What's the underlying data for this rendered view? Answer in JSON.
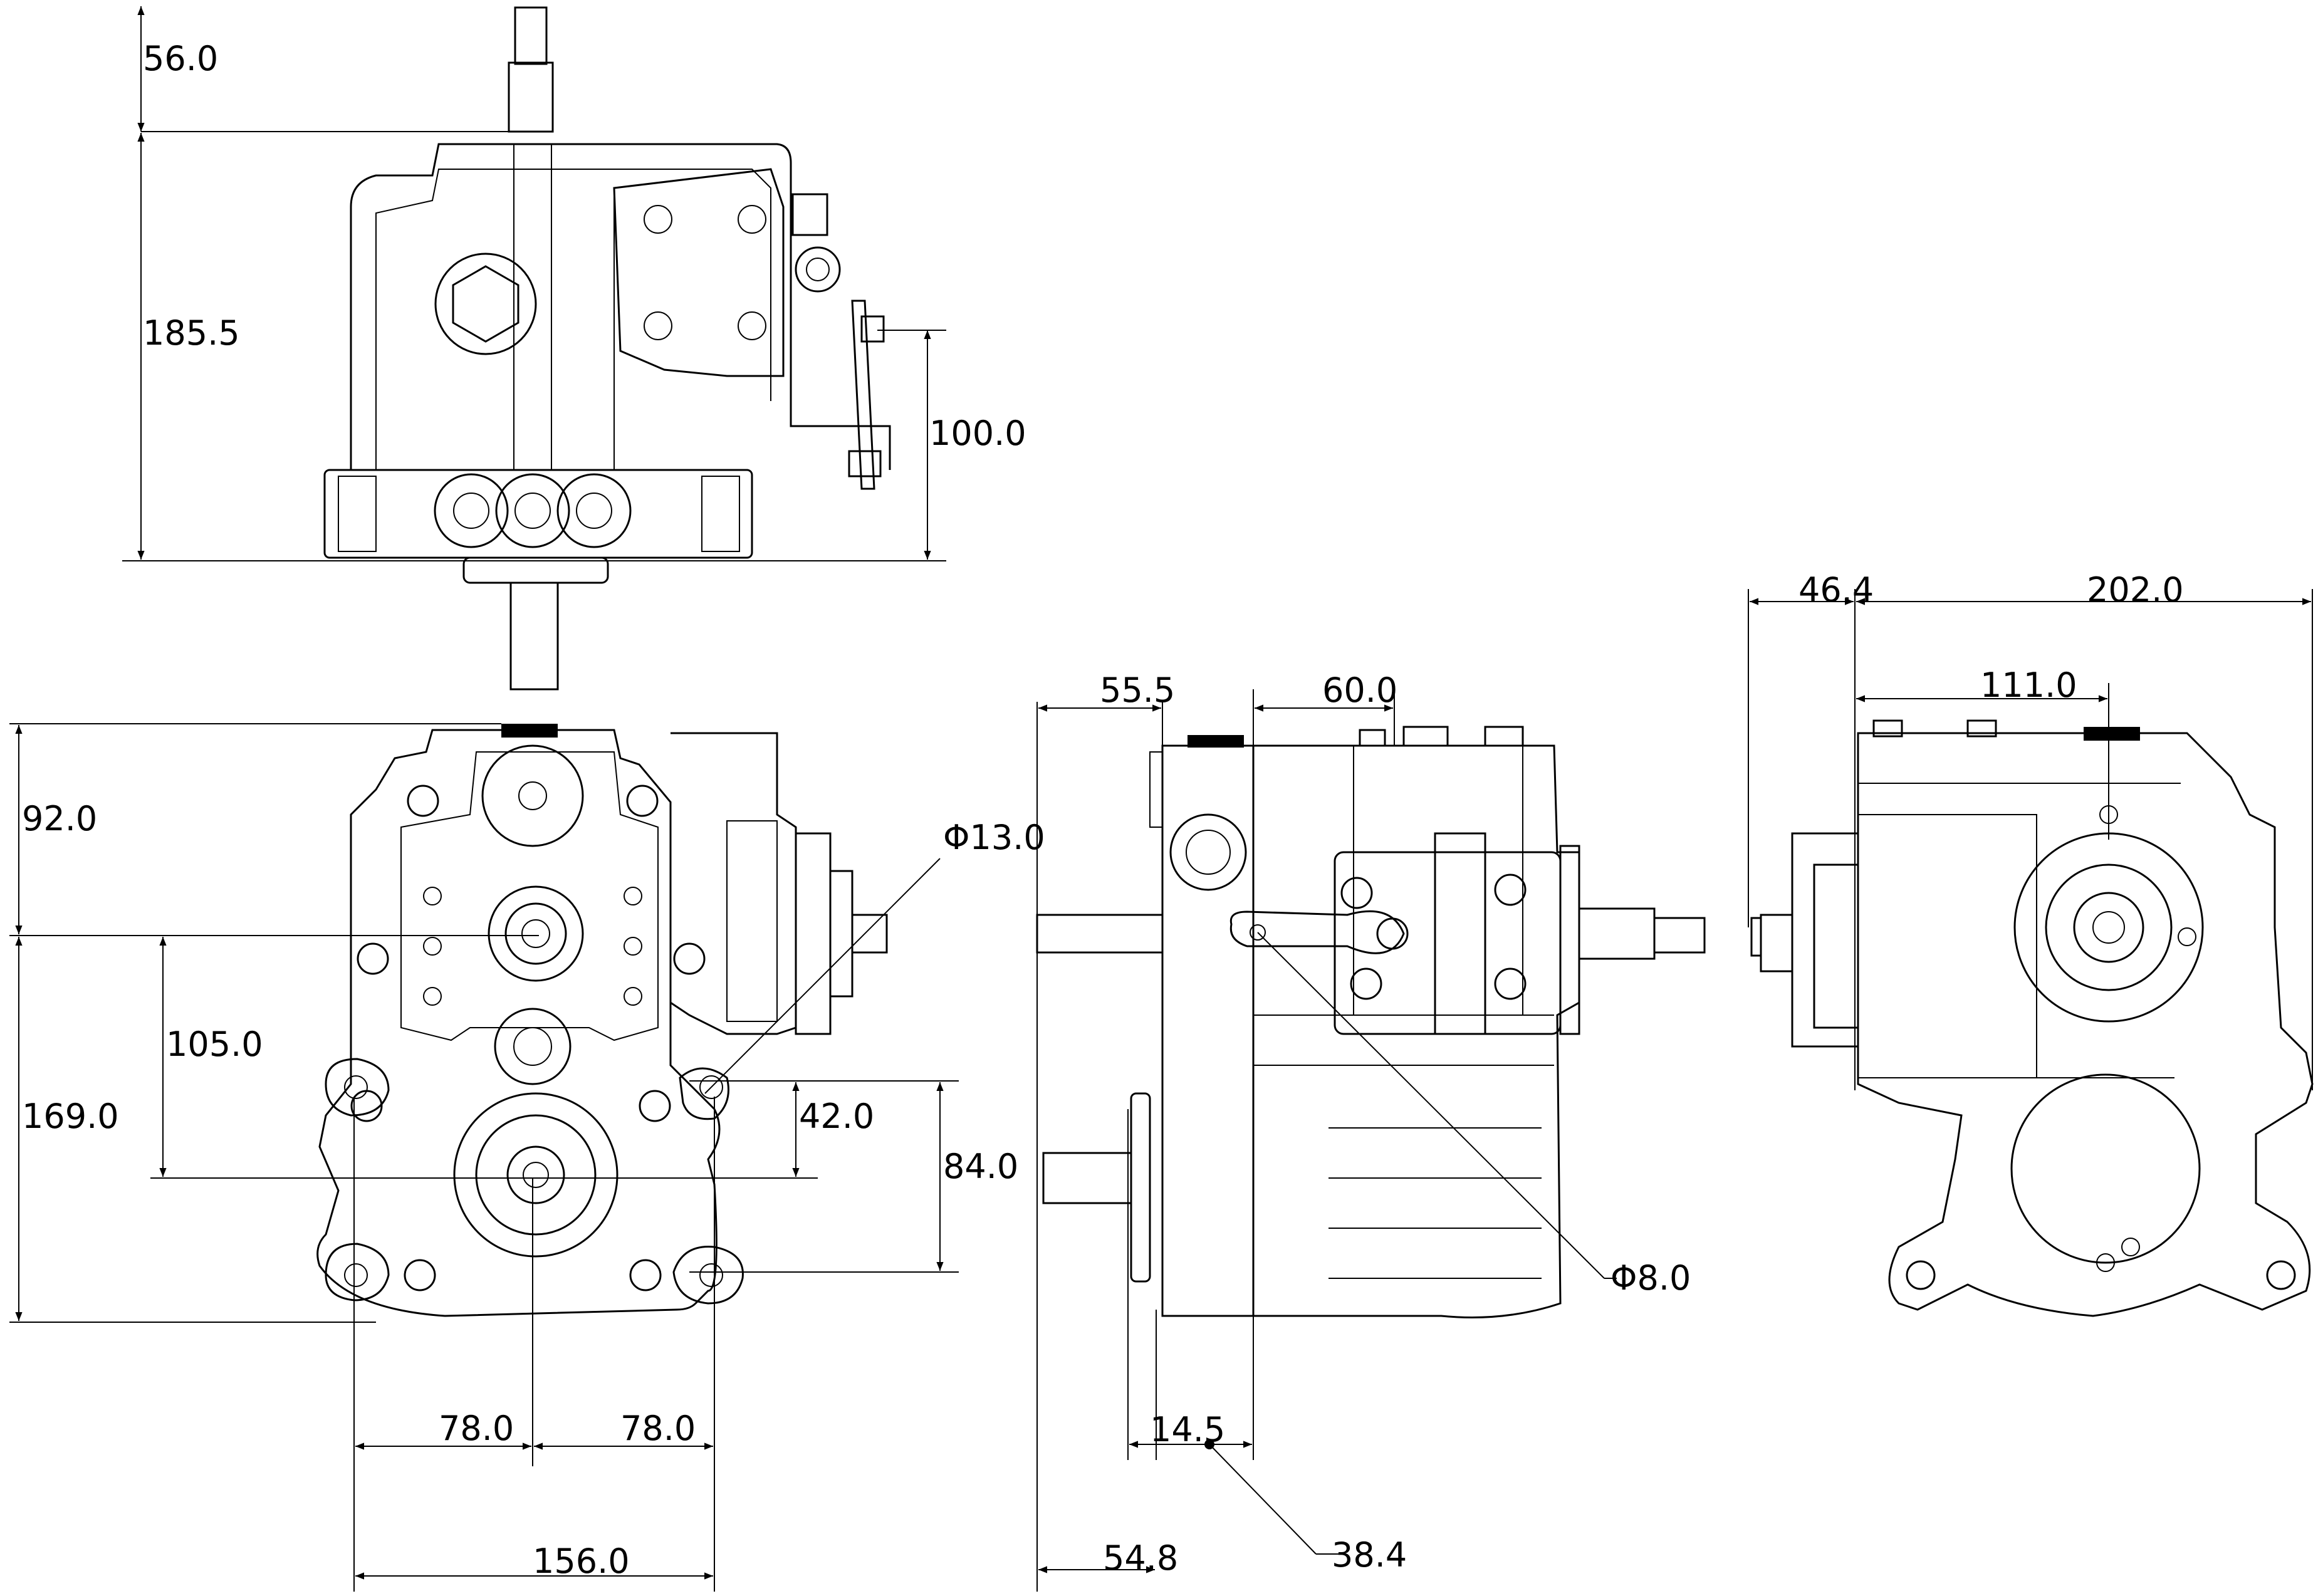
{
  "colors": {
    "line": "#000000",
    "background": "#ffffff"
  },
  "top_view": {
    "dims": {
      "shaft_top": "56.0",
      "height": "185.5",
      "lever": "100.0"
    }
  },
  "front_view": {
    "dims": {
      "top": "92.0",
      "bottom": "169.0",
      "center": "105.0",
      "hole_center": "42.0",
      "foot_height": "84.0",
      "half_left": "78.0",
      "half_right": "78.0",
      "width": "156.0",
      "hole_dia": "Φ13.0"
    }
  },
  "side_view": {
    "dims": {
      "top_left": "55.5",
      "top_right": "60.0",
      "flange": "14.5",
      "bottom_left": "54.8",
      "offset": "38.4",
      "pin_dia": "Φ8.0"
    }
  },
  "rear_view": {
    "dims": {
      "left": "46.4",
      "overall": "202.0",
      "center": "111.0"
    }
  }
}
